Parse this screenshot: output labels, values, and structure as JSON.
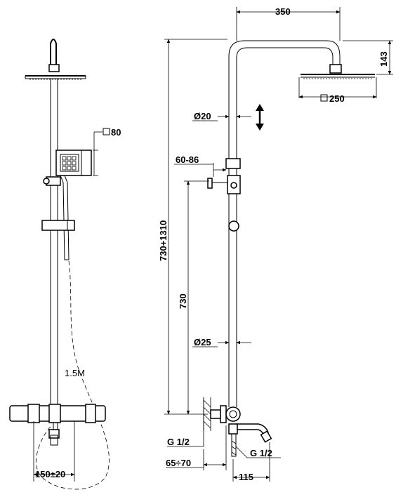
{
  "labels": {
    "head_square_front": "□80",
    "hose_length": "1.5M",
    "center_distance": "150±20",
    "arm_width": "350",
    "head_height": "143",
    "head_square_side": "□250",
    "upper_pipe_dia": "Ø20",
    "holder_range": "60-86",
    "total_height": "730+1310",
    "lower_height": "730",
    "lower_pipe_dia": "Ø25",
    "inlet_left": "G 1/2",
    "outlet_right": "G 1/2",
    "wall_distance": "65÷70",
    "spout_length": "115"
  }
}
